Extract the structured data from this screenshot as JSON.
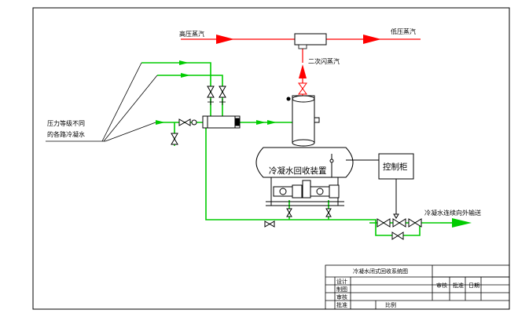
{
  "labels": {
    "high_pressure_steam": "高压蒸汽",
    "low_pressure_steam": "低压蒸汽",
    "secondary_flash_steam": "二次闪蒸汽",
    "pressure_inlets_line1": "压力等级不同",
    "pressure_inlets_line2": "的各路冷凝水",
    "recovery_unit": "冷凝水回收装置",
    "control_cabinet": "控制柜",
    "outlet": "冷凝水连续向外输送"
  },
  "title_block": {
    "title": "冷凝水闭式回收系统图",
    "row_design": "设计",
    "row_draw": "制图",
    "row_review": "审核",
    "row_approve": "批准",
    "ratio": "比例",
    "c1": "审核",
    "c2": "批准",
    "c3": "日期"
  },
  "colors": {
    "steam": "#ff0000",
    "condensate": "#00cc00",
    "equipment": "#000000"
  }
}
